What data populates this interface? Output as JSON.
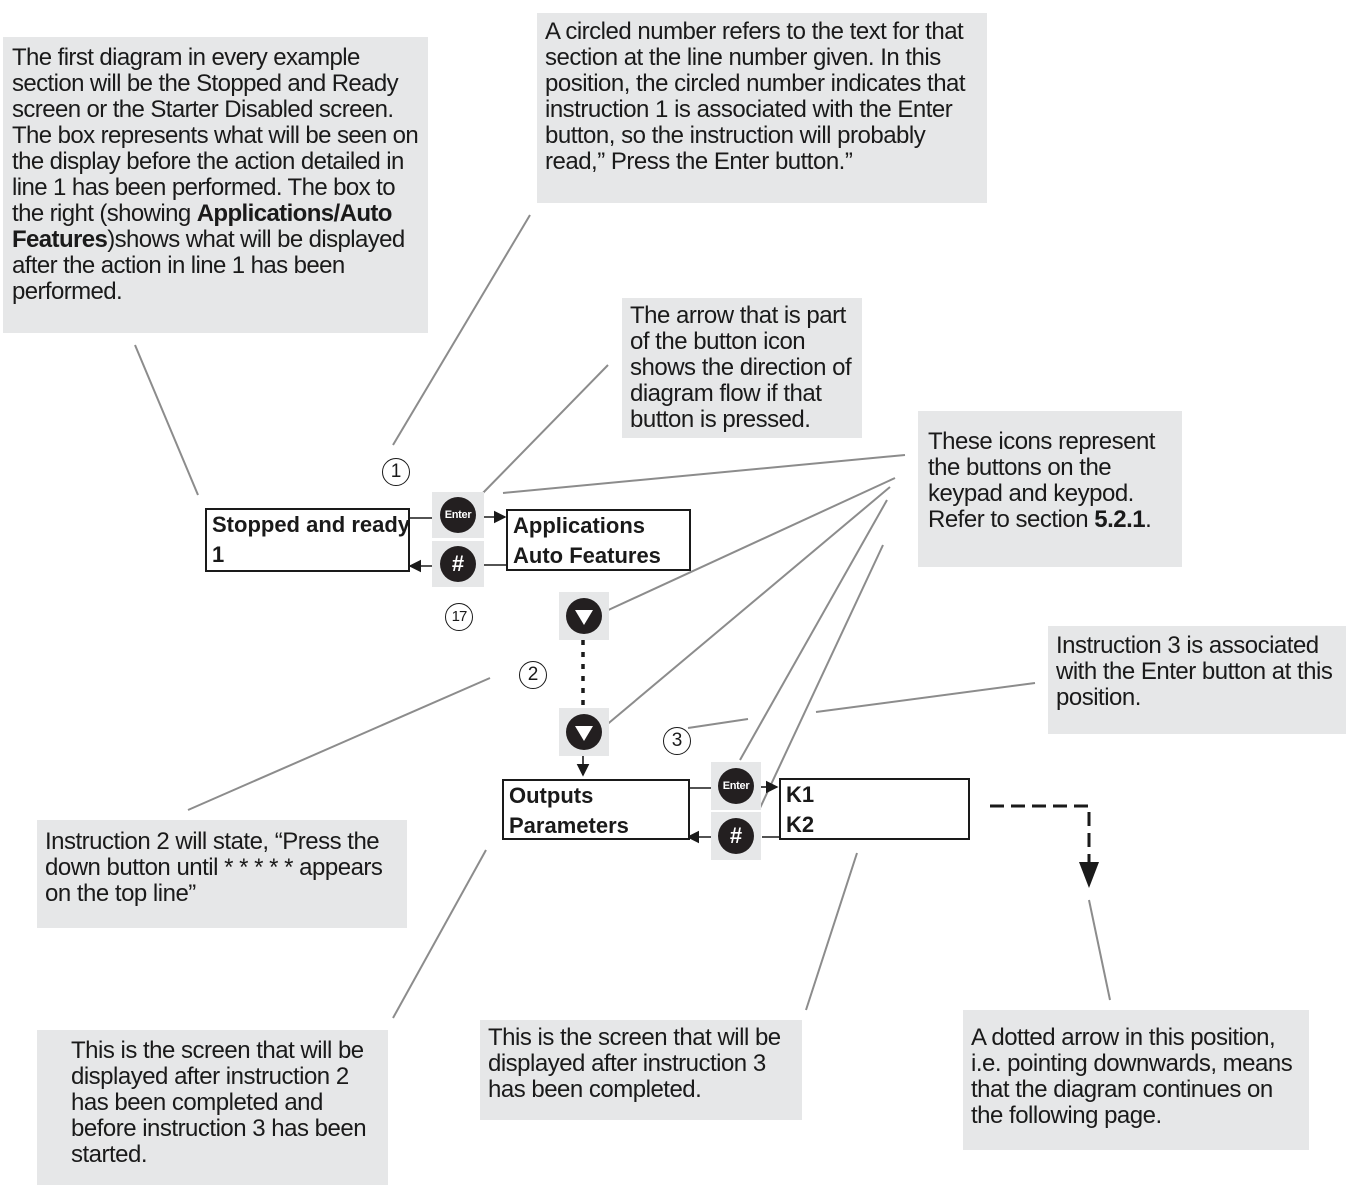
{
  "callouts": {
    "first_diagram": {
      "pre": "The first diagram in every example section will be the Stopped and Ready screen or the Starter Disabled screen. The box represents what will be seen on the display before the action detailed in line 1 has been performed. The box to the right (showing ",
      "bold": "Applications/Auto Features",
      "post": ")shows what will be displayed after the action in line 1 has been performed."
    },
    "circled_number": "A circled number refers to the text for that section at the line number given. In this position, the circled number indicates that instruction 1 is associated with the Enter button, so the instruction will probably read,” Press the Enter button.”",
    "arrow_flow": "The arrow that is part of the button icon shows the direction of diagram flow if that button is pressed.",
    "icons": {
      "pre": "These icons represent the buttons on the keypad and keypod. Refer to section ",
      "bold": "5.2.1",
      "post": "."
    },
    "instruction3": "Instruction 3 is associated with the Enter button at this position.",
    "instruction2": "Instruction 2 will state, “Press the down button until * * * * * appears on the top line”",
    "screen_after2": "This is the screen that will be displayed after instruction 2 has been completed and before instruction 3 has been started.",
    "screen_after3": "This is the screen that will be displayed after instruction 3 has been completed.",
    "dotted_arrow": "A dotted arrow in this position, i.e. pointing downwards, means that the diagram continues on the following page."
  },
  "screens": {
    "stopped": {
      "line1": "Stopped and ready",
      "line2": "1"
    },
    "applications": {
      "line1": "Applications",
      "line2": "Auto Features"
    },
    "outputs": {
      "line1": "Outputs",
      "line2": "Parameters"
    },
    "k": {
      "line1": "K1",
      "line2": "K2"
    }
  },
  "buttons": {
    "enter_label": "Enter",
    "hash_label": "#"
  },
  "circled_numbers": {
    "n1": "1",
    "n17": "17",
    "n2": "2",
    "n3": "3"
  },
  "colors": {
    "callout_bg": "#e6e7e8",
    "leader_line": "#8c8c8c",
    "ink": "#231f20"
  }
}
